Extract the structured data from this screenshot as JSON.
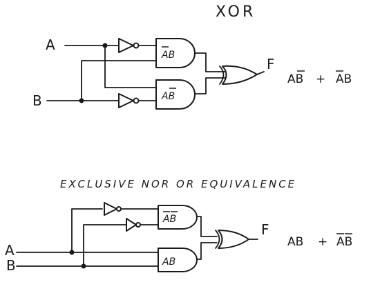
{
  "xor": {
    "title": "XOR",
    "input_a": "A",
    "input_b": "B",
    "output": "F",
    "gate_top": "AB",
    "gate_bottom": "AB",
    "expression_left": "AB",
    "expression_plus": "+",
    "expression_right": "AB"
  },
  "xnor": {
    "title": "EXCLUSIVE NOR OR EQUIVALENCE",
    "input_a": "A",
    "input_b": "B",
    "output": "F",
    "gate_top": "AB",
    "gate_bottom": "AB",
    "expression_left": "AB",
    "expression_plus": "+",
    "expression_right": "AB"
  }
}
